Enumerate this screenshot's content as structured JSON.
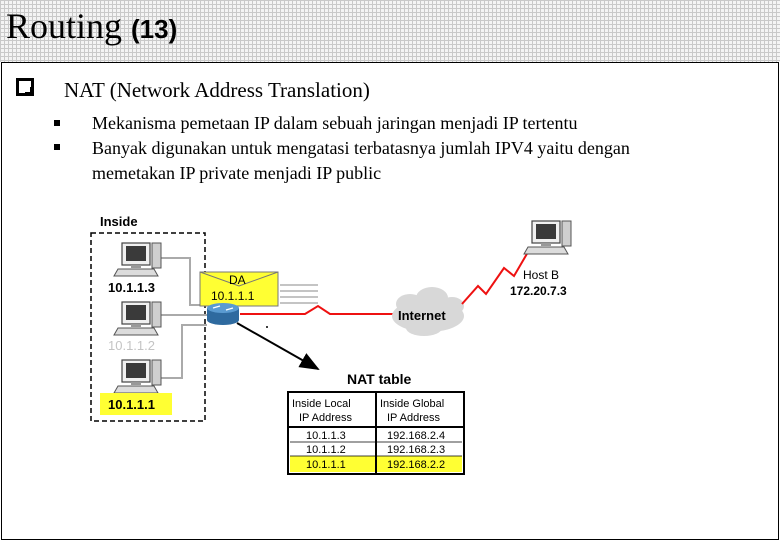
{
  "slide": {
    "title": "Routing",
    "title_number": "(13)",
    "heading": "NAT (Network Address Translation)",
    "bullets": [
      "Mekanisma pemetaan IP dalam sebuah jaringan menjadi IP tertentu",
      "Banyak digunakan untuk mengatasi terbatasnya jumlah IPV4 yaitu dengan",
      "memetakan IP private menjadi IP public"
    ]
  },
  "diagram": {
    "inside_label": "Inside",
    "hosts": [
      "10.1.1.3",
      "10.1.1.2",
      "10.1.1.1"
    ],
    "packet": {
      "header": "DA",
      "address": "10.1.1.1"
    },
    "cloud_label": "Internet",
    "host_b": {
      "name": "Host B",
      "address": "172.20.7.3"
    },
    "nat_table": {
      "title": "NAT table",
      "headers": [
        [
          "Inside Local",
          "IP Address"
        ],
        [
          "Inside Global",
          "IP Address"
        ]
      ],
      "rows": [
        [
          "10.1.1.3",
          "192.168.2.4"
        ],
        [
          "10.1.1.2",
          "192.168.2.3"
        ],
        [
          "10.1.1.1",
          "192.168.2.2"
        ]
      ]
    },
    "colors": {
      "highlight": "#ffff33",
      "link": "#ee1111",
      "router": "#3d7fb7",
      "cloud": "#d8d8d8"
    }
  }
}
